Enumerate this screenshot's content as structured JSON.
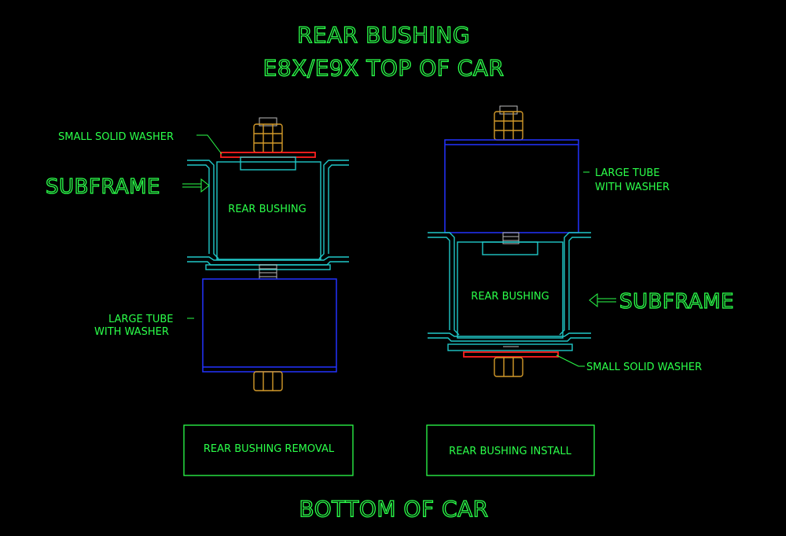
{
  "title_line1": "REAR BUSHING",
  "title_line2": "E8X/E9X  TOP OF CAR",
  "bottom_label": "BOTTOM OF CAR",
  "left": {
    "washer_label": "SMALL SOLID WASHER",
    "subframe_label": "SUBFRAME",
    "bushing_label": "REAR BUSHING",
    "tube_label_line1": "LARGE TUBE",
    "tube_label_line2": "WITH WASHER",
    "button_label": "REAR BUSHING REMOVAL"
  },
  "right": {
    "tube_label_line1": "LARGE TUBE",
    "tube_label_line2": "WITH WASHER",
    "bushing_label": "REAR BUSHING",
    "subframe_label": "SUBFRAME",
    "washer_label": "SMALL SOLID WASHER",
    "button_label": "REAR BUSHING INSTALL"
  },
  "colors": {
    "background": "#000000",
    "text": "#2bff4a",
    "tube": "#2233ff",
    "bushing": "#20c8c8",
    "washer": "#ff2020",
    "nut": "#d39a2a"
  }
}
